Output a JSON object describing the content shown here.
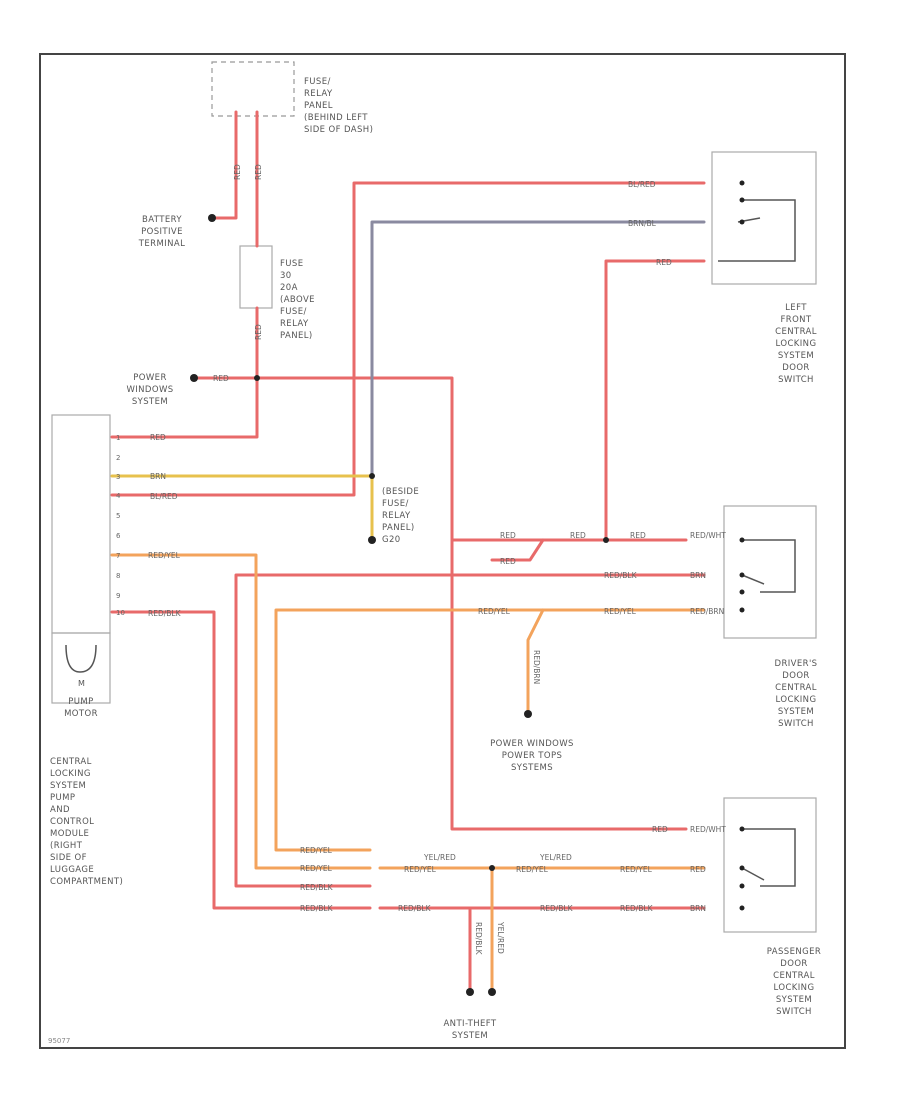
{
  "colors": {
    "red": "#e86a6a",
    "orange": "#f3a35c",
    "yellow": "#e7c14d",
    "gray": "#8a8aa0",
    "dark": "#3a3a3a",
    "box": "#cccccc"
  },
  "labels": {
    "fuse_relay_panel": [
      "FUSE/",
      "RELAY",
      "PANEL",
      "(BEHIND LEFT",
      "SIDE OF DASH)"
    ],
    "battery": [
      "BATTERY",
      "POSITIVE",
      "TERMINAL"
    ],
    "fuse": [
      "FUSE",
      "30",
      "20A",
      "(ABOVE",
      "FUSE/",
      "RELAY",
      "PANEL)"
    ],
    "power_windows": [
      "POWER",
      "WINDOWS",
      "SYSTEM"
    ],
    "ground": [
      "(BESIDE",
      "FUSE/",
      "RELAY",
      "PANEL)",
      "G20"
    ],
    "pump_motor": [
      "PUMP",
      "MOTOR"
    ],
    "module": [
      "CENTRAL",
      "LOCKING",
      "SYSTEM",
      "PUMP",
      "AND",
      "CONTROL",
      "MODULE",
      "(RIGHT",
      "SIDE OF",
      "LUGGAGE",
      "COMPARTMENT)"
    ],
    "left_front_switch": [
      "LEFT",
      "FRONT",
      "CENTRAL",
      "LOCKING",
      "SYSTEM",
      "DOOR",
      "SWITCH"
    ],
    "drivers_switch": [
      "DRIVER'S",
      "DOOR",
      "CENTRAL",
      "LOCKING",
      "SYSTEM",
      "SWITCH"
    ],
    "power_windows_tops": [
      "POWER WINDOWS",
      "POWER TOPS",
      "SYSTEMS"
    ],
    "passenger_switch": [
      "PASSENGER",
      "DOOR",
      "CENTRAL",
      "LOCKING",
      "SYSTEM",
      "SWITCH"
    ],
    "anti_theft": [
      "ANTI-THEFT",
      "SYSTEM"
    ],
    "motor_m": "M",
    "footer_code": "95077"
  },
  "wire_labels": {
    "red": "RED",
    "bl_red": "BL/RED",
    "brn_bl": "BRN/BL",
    "brn": "BRN",
    "red_yel": "RED/YEL",
    "red_blk": "RED/BLK",
    "red_brn": "RED/BRN",
    "yel_red": "YEL/RED",
    "red_wht": "RED/WHT"
  },
  "module_pins": [
    "1",
    "2",
    "3",
    "4",
    "5",
    "6",
    "7",
    "8",
    "9",
    "10"
  ]
}
